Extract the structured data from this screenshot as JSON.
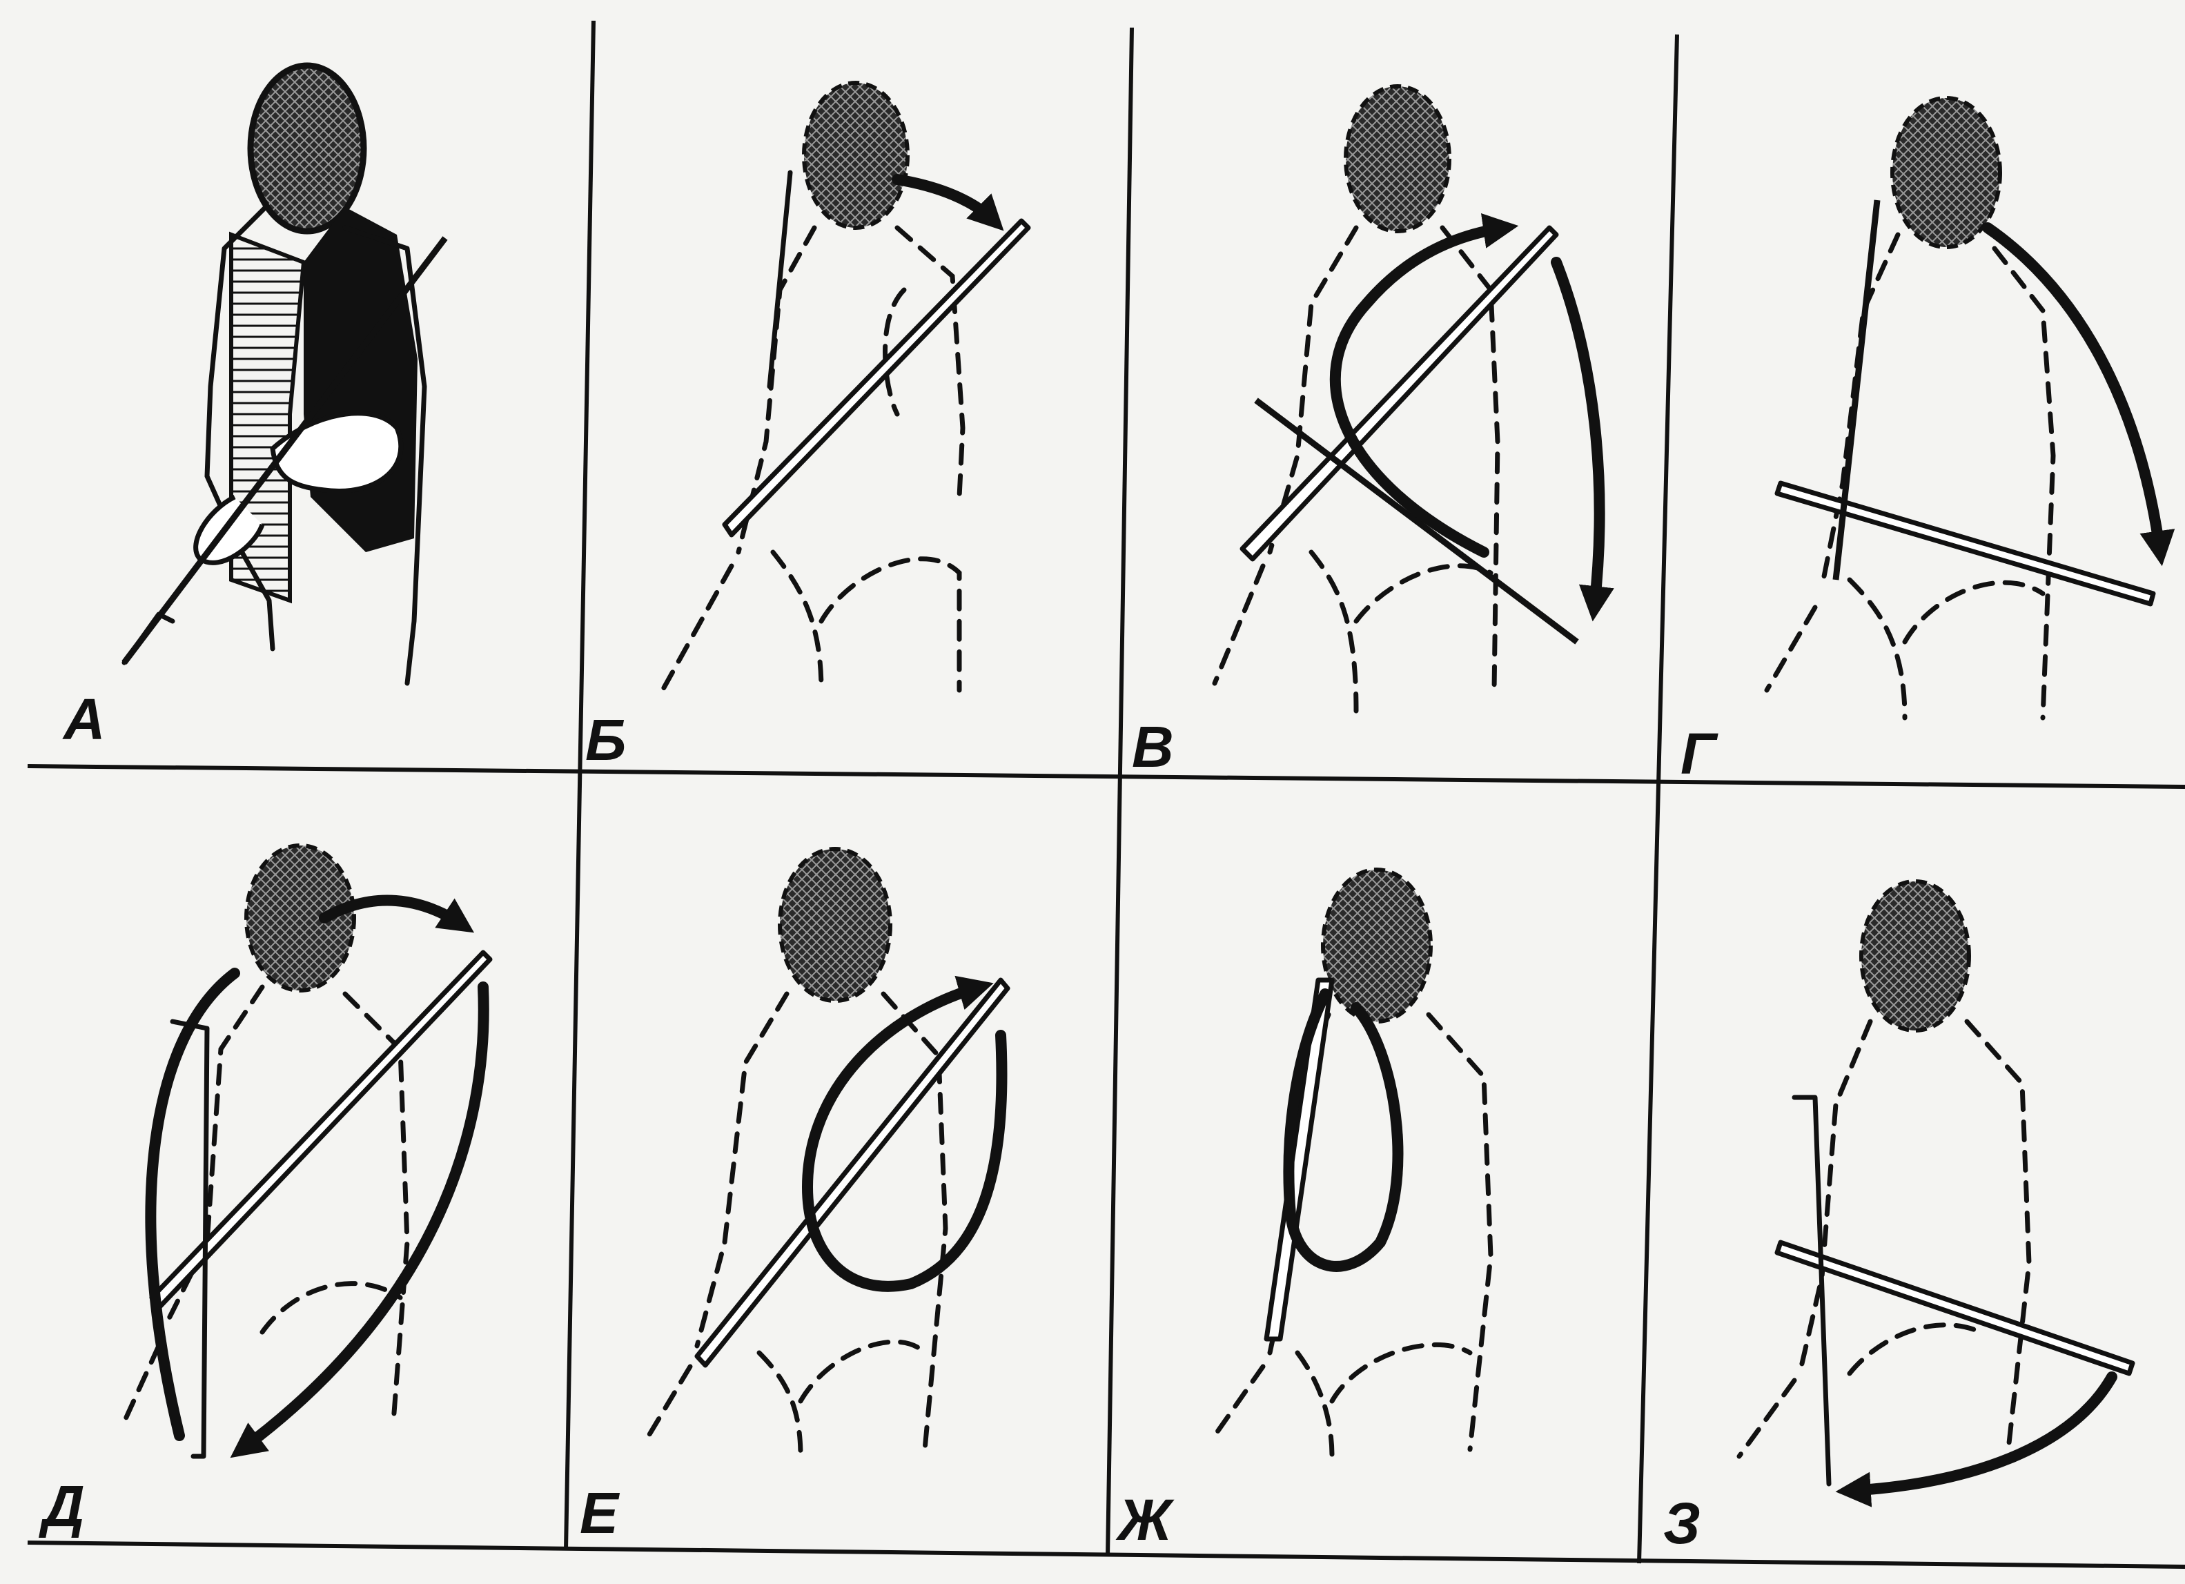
{
  "panels": [
    {
      "id": "a",
      "label": "А"
    },
    {
      "id": "b",
      "label": "Б"
    },
    {
      "id": "v",
      "label": "В"
    },
    {
      "id": "g",
      "label": "Г"
    },
    {
      "id": "d",
      "label": "Д"
    },
    {
      "id": "e",
      "label": "Е"
    },
    {
      "id": "zh",
      "label": "Ж"
    },
    {
      "id": "z",
      "label": "З"
    }
  ],
  "colors": {
    "ink": "#111111",
    "paper": "#f4f4f2"
  }
}
